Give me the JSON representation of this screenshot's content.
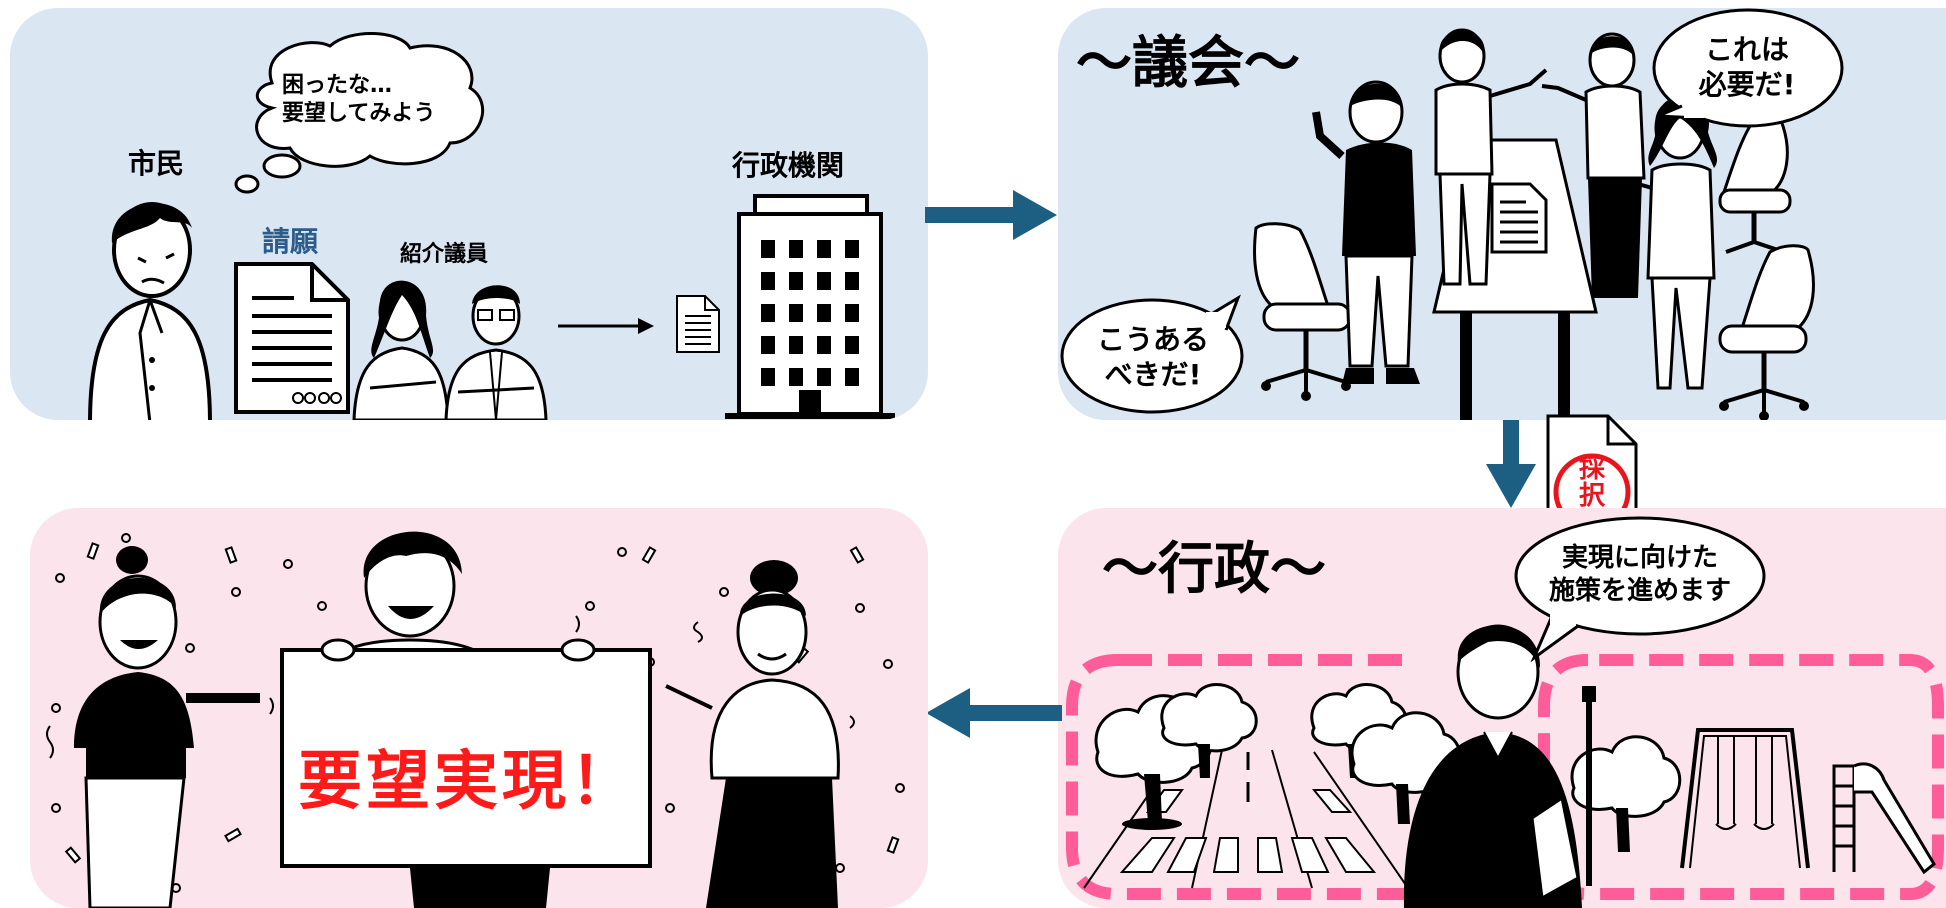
{
  "colors": {
    "panel_blue": "#dbe6f3",
    "panel_pink": "#fce4ec",
    "arrow": "#1d5f82",
    "petition_label": "#2c5c8a",
    "realized_text": "#ff1a1a",
    "stamp": "#e8141e",
    "dashed_zone": "#ff5c9a"
  },
  "panel1": {
    "citizen_label": "市民",
    "thought": "困ったな…\n要望してみよう",
    "petition_label": "請願",
    "introducer_label": "紹介議員",
    "agency_label": "行政機関"
  },
  "panel2": {
    "title": "〜議会〜",
    "bubble_left": "こうある\nべきだ!",
    "bubble_right": "これは\n必要だ!"
  },
  "stamp": {
    "text": "採\n択"
  },
  "panel3": {
    "title": "〜行政〜",
    "bubble": "実現に向けた\n施策を進めます"
  },
  "panel4": {
    "banner": "要望実現！"
  },
  "icons": [
    "person-icon",
    "document-icon",
    "building-icon",
    "chair-icon",
    "table-icon",
    "tree-icon",
    "crosswalk-icon",
    "swing-icon",
    "slide-icon",
    "streetlamp-icon",
    "confetti-icon"
  ]
}
